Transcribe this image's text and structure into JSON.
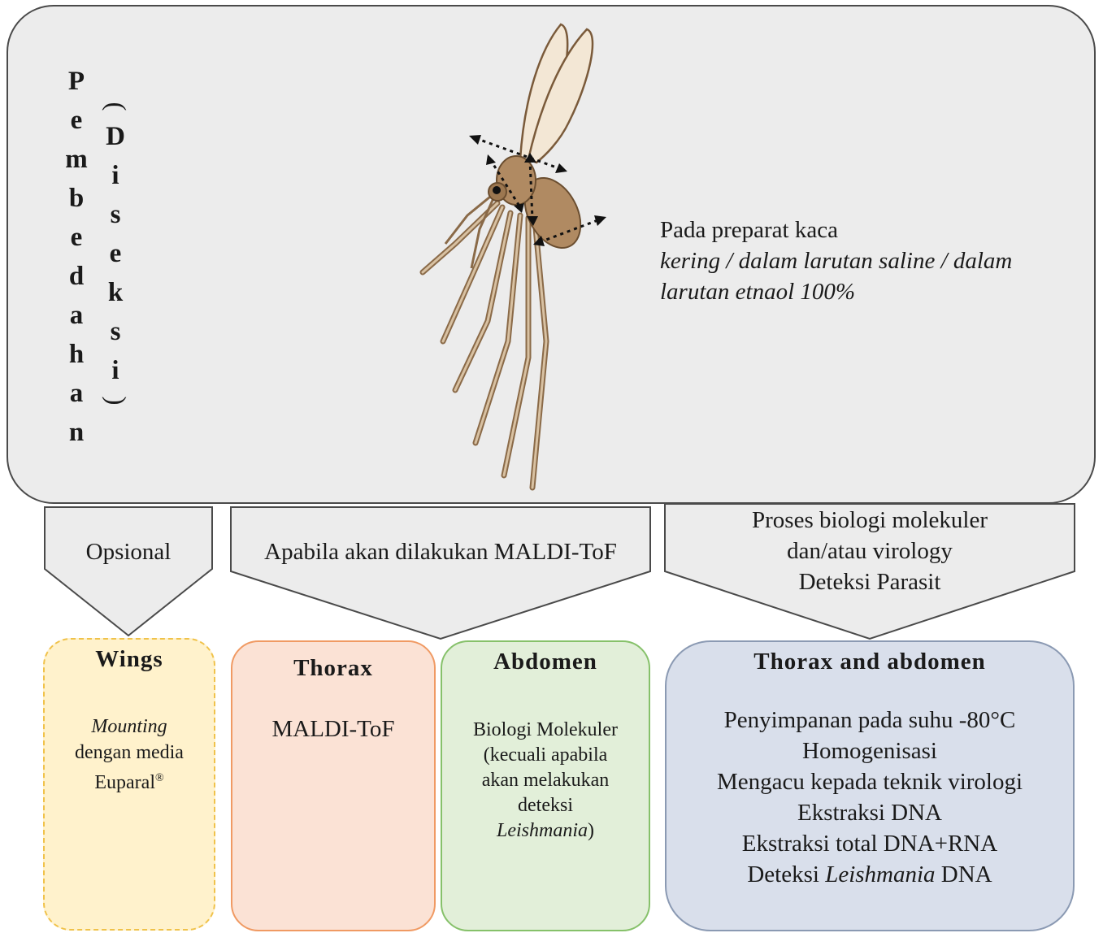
{
  "header": {
    "vertical_title": "Pembedahan",
    "vertical_subtitle": "(Diseksi)",
    "slide_line1": "Pada preparat kaca",
    "slide_line2": "kering / dalam larutan saline / dalam",
    "slide_line3": "larutan etnaol 100%"
  },
  "arrows": {
    "left": "Opsional",
    "middle": "Apabila akan dilakukan MALDI-ToF",
    "right_line1": "Proses biologi molekuler",
    "right_line2": "dan/atau virology",
    "right_line3": "Deteksi Parasit"
  },
  "boxes": {
    "wings": {
      "title": "Wings",
      "line1": "Mounting",
      "line2": "dengan media",
      "line3": "Euparal",
      "mark": "®"
    },
    "thorax": {
      "title": "Thorax",
      "line1": "MALDI-ToF"
    },
    "abdomen": {
      "title": "Abdomen",
      "line1": "Biologi Molekuler",
      "line2": "(kecuali apabila",
      "line3": "akan melakukan",
      "line4": "deteksi",
      "line5_italic": "Leishmania",
      "line5_tail": ")"
    },
    "thorax_abdomen": {
      "title": "Thorax and abdomen",
      "line1": "Penyimpanan pada suhu -80°C",
      "line2": "Homogenisasi",
      "line3": "Mengacu kepada teknik virologi",
      "line4": "Ekstraksi DNA",
      "line5": "Ekstraksi total DNA+RNA",
      "line6_prefix": "Deteksi ",
      "line6_italic": "Leishmania",
      "line6_suffix": " DNA"
    }
  },
  "colors": {
    "panel": "#ececec",
    "wings_fill": "#fff2cc",
    "thorax_fill": "#fbe2d5",
    "abdomen_fill": "#e2efd9",
    "ta_fill": "#d9dfeb",
    "insect_body": "#b08a62",
    "insect_wing": "#f3e7d5"
  },
  "icons": [
    "sandfly-illustration",
    "dissection-arrow-icon"
  ]
}
